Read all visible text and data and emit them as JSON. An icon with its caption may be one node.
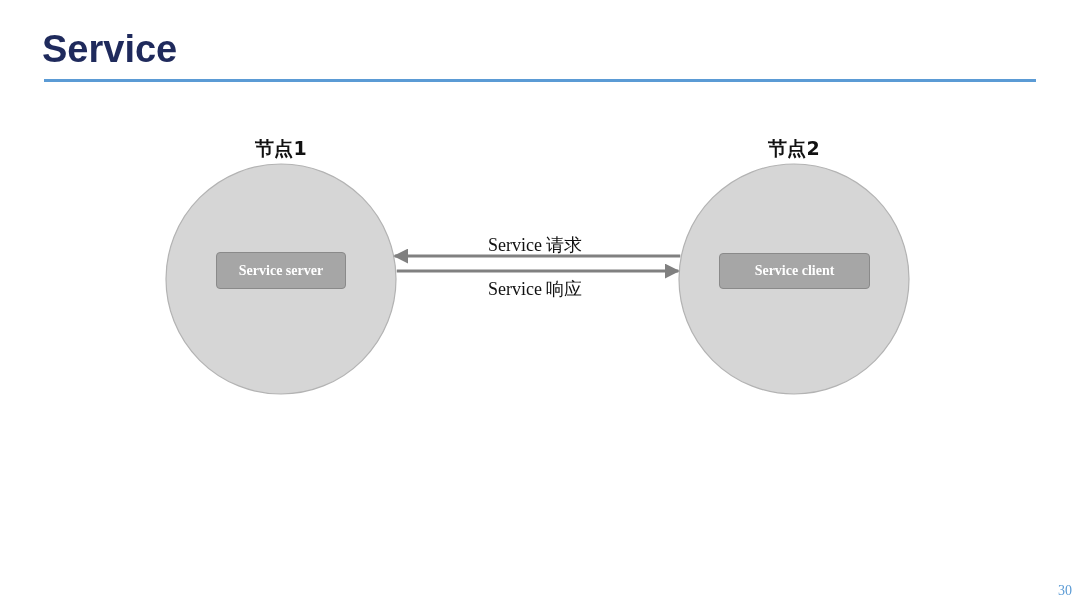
{
  "diagram": {
    "title": "Service",
    "nodes": [
      {
        "text": [
          "节点1"
        ]
      },
      {
        "text": [
          "Service server"
        ],
        "in": 0
      },
      {
        "text": [
          "节点2"
        ]
      },
      {
        "text": [
          "Service client"
        ],
        "in": 2
      }
    ],
    "edges": [
      {
        "from": 2,
        "to": 0,
        "arrow": "to",
        "label": "Service 请求"
      },
      {
        "from": 0,
        "to": 2,
        "arrow": "to",
        "label": "Service 响应"
      }
    ],
    "labels": [
      "30"
    ]
  }
}
